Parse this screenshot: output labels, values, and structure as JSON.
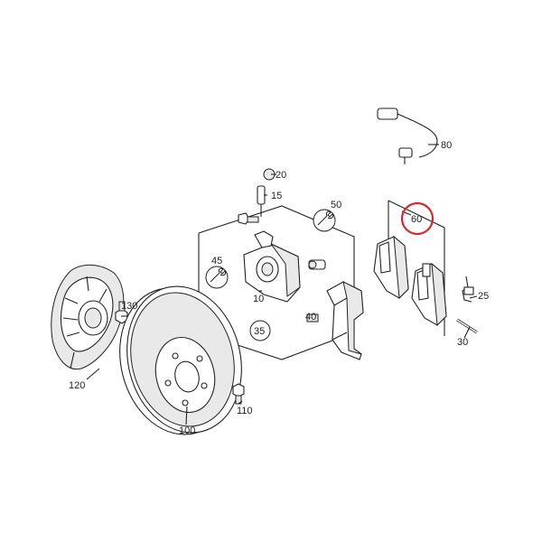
{
  "diagram": {
    "part_numbers": {
      "p10": "10",
      "p15": "15",
      "p20": "20",
      "p25": "25",
      "p30": "30",
      "p35": "35",
      "p40": "40",
      "p45": "45",
      "p50": "50",
      "p60": "60",
      "p80": "80",
      "p100": "100",
      "p110": "110",
      "p120": "120",
      "p130": "130"
    },
    "highlight_color": "#d9262c",
    "icons": [
      "wrench-icon"
    ]
  }
}
